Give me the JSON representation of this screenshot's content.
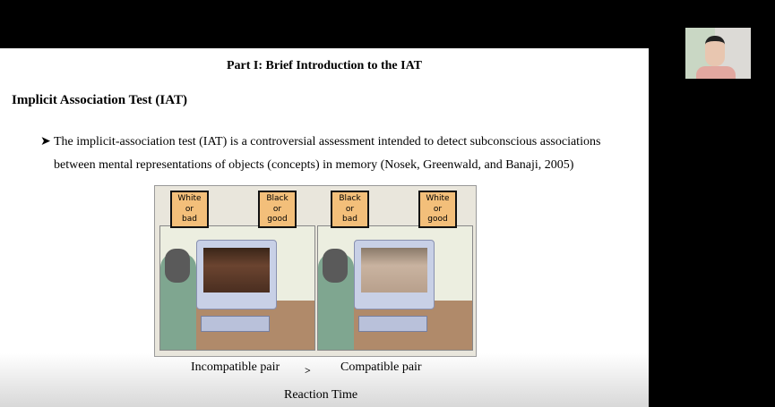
{
  "slide": {
    "title": "Part I: Brief Introduction to the IAT",
    "heading": "Implicit Association Test (IAT)",
    "bullet_icon": "arrow-bullet-icon",
    "bullet_line1": "The implicit-association test (IAT) is a controversial assessment intended to detect subconscious associations",
    "bullet_line2": "between mental representations of objects (concepts) in memory (Nosek, Greenwald, and Banaji, 2005)",
    "figure": {
      "left_panel": {
        "box1": [
          "White",
          "or",
          "bad"
        ],
        "box2": [
          "Black",
          "or",
          "good"
        ]
      },
      "right_panel": {
        "box1": [
          "Black",
          "or",
          "bad"
        ],
        "box2": [
          "White",
          "or",
          "good"
        ]
      }
    },
    "incompatible": "Incompatible pair",
    "gt": ">",
    "compatible": "Compatible pair",
    "reaction": "Reaction Time"
  }
}
